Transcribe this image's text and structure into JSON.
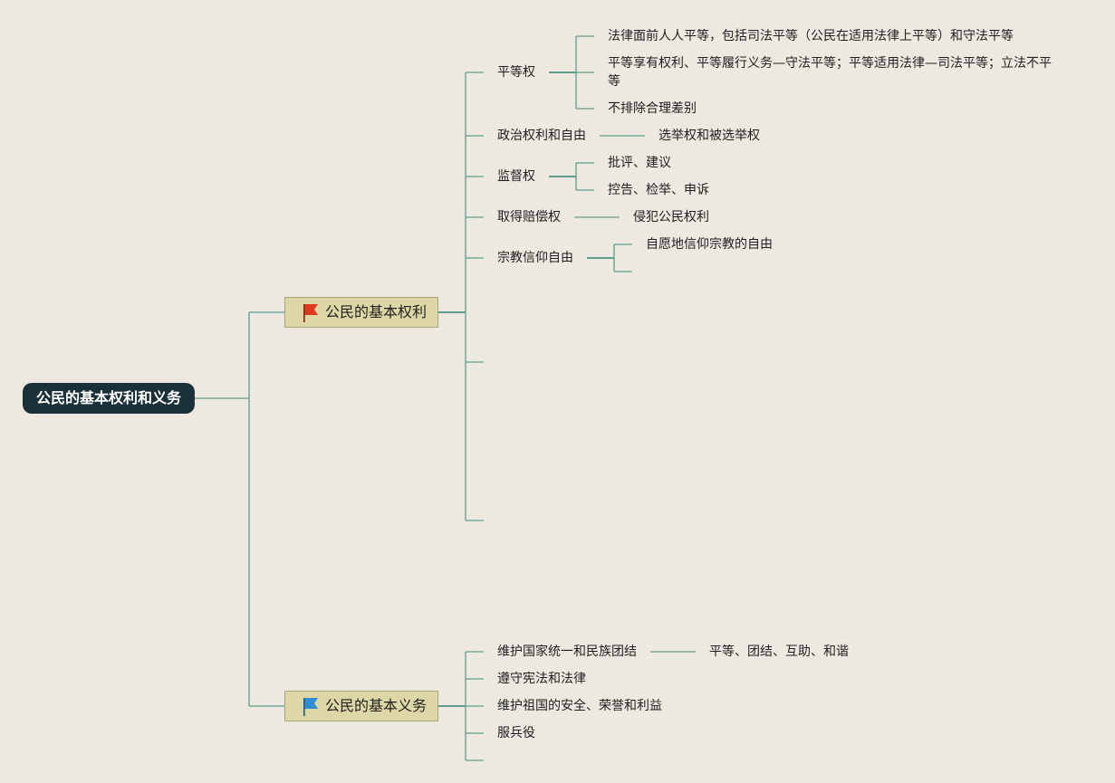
{
  "root": {
    "label": "公民的基本权利和义务"
  },
  "rights": {
    "label": "公民的基本权利",
    "flag_color": "#e03a1e",
    "items": [
      {
        "label": "平等权",
        "children": [
          "法律面前人人平等，包括司法平等（公民在适用法律上平等）和守法平等",
          "平等享有权利、平等履行义务—守法平等；平等适用法律—司法平等；立法不平",
          "等",
          "不排除合理差别"
        ]
      },
      {
        "label": "政治权利和自由",
        "children": [
          "选举权和被选举权"
        ]
      },
      {
        "label": "监督权",
        "children": [
          "批评、建议",
          "控告、检举、申诉"
        ]
      },
      {
        "label": "取得赔偿权",
        "children": [
          "侵犯公民权利"
        ]
      },
      {
        "label": "宗教信仰自由",
        "children": [
          "自愿地信仰宗教的自由"
        ]
      }
    ]
  },
  "duties": {
    "label": "公民的基本义务",
    "flag_color": "#2e8fd6",
    "items": [
      {
        "label": "维护国家统一和民族团结",
        "children": [
          "平等、团结、互助、和谐"
        ]
      },
      {
        "label": "遵守宪法和法律"
      },
      {
        "label": "维护祖国的安全、荣誉和利益"
      },
      {
        "label": "服兵役"
      }
    ]
  },
  "colors": {
    "line": "#5e9e8c",
    "background": "#ede8e0",
    "root_fill": "#1b313a",
    "main_fill": "#dcd7a4"
  }
}
